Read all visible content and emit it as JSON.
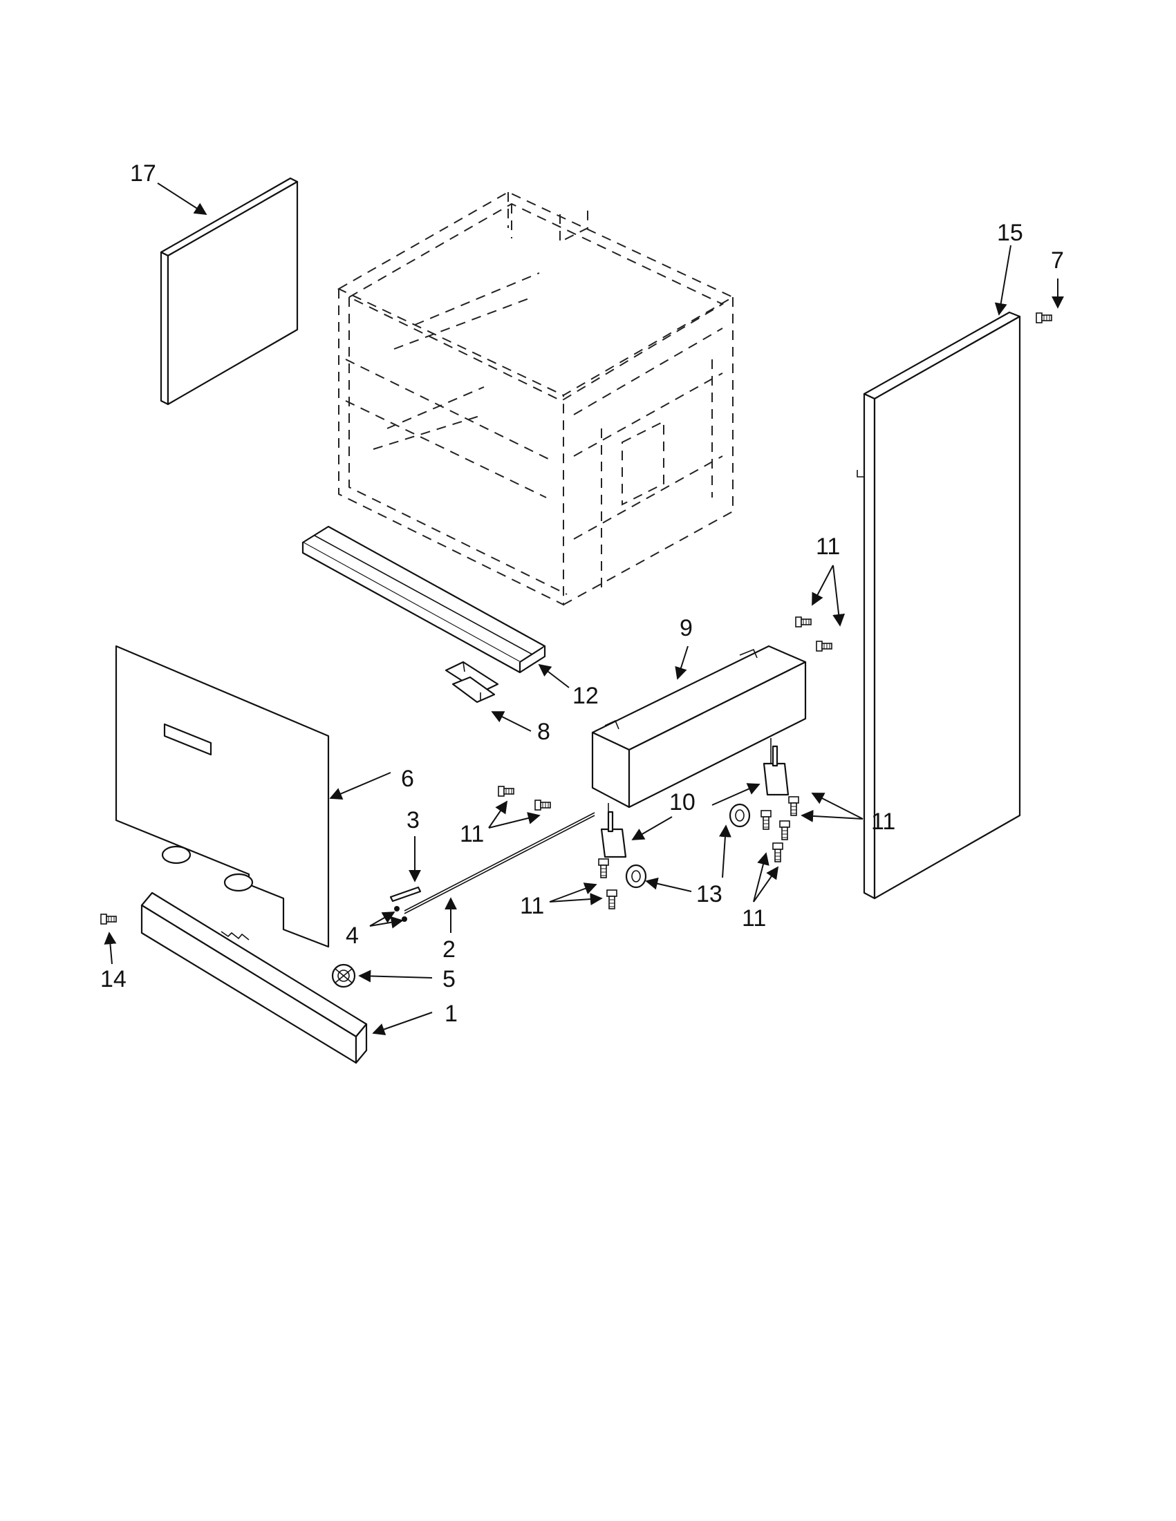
{
  "callouts": {
    "c1": "1",
    "c2": "2",
    "c3": "3",
    "c4": "4",
    "c5": "5",
    "c6": "6",
    "c7": "7",
    "c8": "8",
    "c9": "9",
    "c10": "10",
    "c11a": "11",
    "c11b": "11",
    "c11c": "11",
    "c11d": "11",
    "c11e": "11",
    "c12": "12",
    "c13": "13",
    "c14": "14",
    "c15": "15",
    "c17": "17"
  },
  "icons": {
    "arrowhead": "arrowhead-icon",
    "screw": "screw-icon"
  }
}
